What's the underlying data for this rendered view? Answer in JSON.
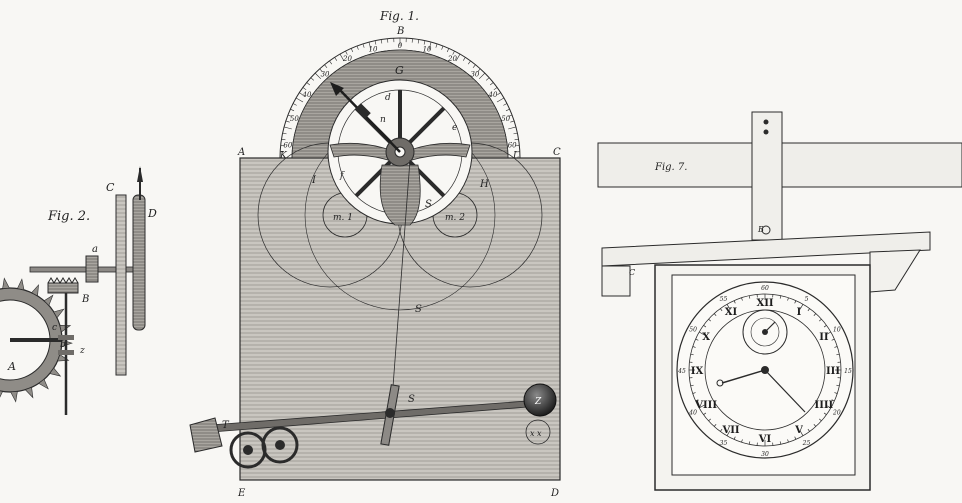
{
  "figures": {
    "fig1": {
      "caption": "Fig. 1.",
      "letters": {
        "A": "A",
        "B": "B",
        "C": "C",
        "D": "D",
        "E": "E",
        "G": "G",
        "H": "H",
        "I": "I",
        "K": "K",
        "L": "L",
        "S_upper": "S",
        "S_mid": "S",
        "S_lower": "S",
        "T": "T",
        "Z": "Z",
        "m1": "m. 1",
        "m2": "m. 2",
        "d": "d",
        "e": "e",
        "f": "f",
        "n": "n",
        "xx": "x x"
      },
      "scale_numbers": [
        "60",
        "50",
        "40",
        "30",
        "20",
        "10",
        "0",
        "10",
        "20",
        "30",
        "40",
        "50",
        "60"
      ]
    },
    "fig2": {
      "caption": "Fig. 2.",
      "letters": {
        "A": "A",
        "B": "B",
        "C": "C",
        "D": "D",
        "a": "a",
        "b": "b",
        "c": "c",
        "z": "z"
      }
    },
    "fig7": {
      "caption": "Fig. 7.",
      "letters": {
        "B": "B",
        "C": "C"
      },
      "dial_numerals": [
        "XII",
        "I",
        "II",
        "III",
        "IIII",
        "V",
        "VI",
        "VII",
        "VIII",
        "IX",
        "X",
        "XI"
      ],
      "minute_numbers": [
        "5",
        "10",
        "15",
        "20",
        "25",
        "30",
        "35",
        "40",
        "45",
        "50",
        "55",
        "60"
      ]
    }
  },
  "colors": {
    "ink": "#2b2b2b",
    "paper": "#f8f7f4",
    "shade": "#b9b6b0",
    "dark_shade": "#8d8a86"
  },
  "icons": {
    "crown_wheel": "gear-icon",
    "balance_ball": "sphere-icon"
  }
}
